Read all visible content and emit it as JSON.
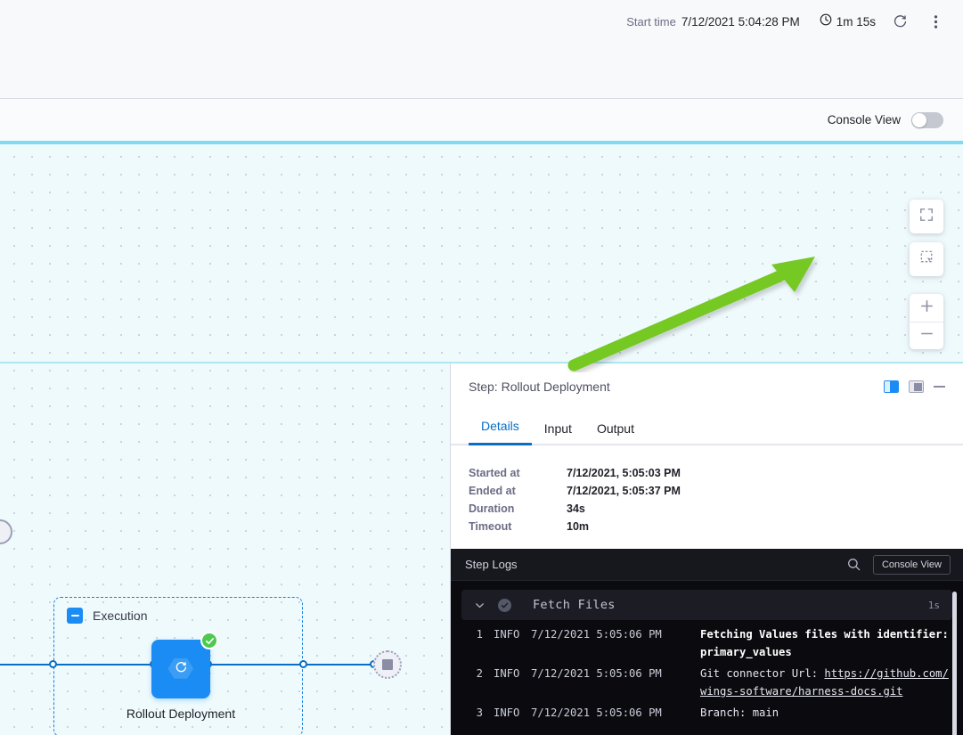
{
  "header": {
    "start_time_label": "Start time",
    "start_time_value": "7/12/2021 5:04:28 PM",
    "duration": "1m 15s",
    "refresh_icon": "refresh-icon",
    "more_icon": "more-vertical-icon"
  },
  "console_bar": {
    "label": "Console View",
    "toggle_state": "off"
  },
  "canvas": {
    "controls": [
      {
        "name": "fit-to-screen-button",
        "icon": "expand-icon"
      },
      {
        "name": "select-area-button",
        "icon": "marquee-select-icon"
      },
      {
        "name": "zoom-in-button",
        "icon": "plus-icon"
      },
      {
        "name": "zoom-out-button",
        "icon": "minus-icon"
      }
    ],
    "graph": {
      "group_label": "Execution",
      "group_collapse_icon": "minus-square-icon",
      "step_label": "Rollout Deployment",
      "step_icon": "rollout-deployment-icon",
      "step_status": "success",
      "end_node_icon": "stop-square-icon"
    },
    "annotation": {
      "type": "green-arrow",
      "color": "#76c821",
      "points_to": "Console View"
    }
  },
  "detail_panel": {
    "title": "Step: Rollout Deployment",
    "layout_icons": [
      {
        "name": "split-view-icon",
        "state": "active"
      },
      {
        "name": "panel-view-icon",
        "state": "inactive"
      }
    ],
    "minimize_icon": "minimize-icon",
    "tabs": [
      {
        "label": "Details",
        "active": true
      },
      {
        "label": "Input",
        "active": false
      },
      {
        "label": "Output",
        "active": false
      }
    ],
    "details": [
      {
        "key": "Started at",
        "value": "7/12/2021, 5:05:03 PM"
      },
      {
        "key": "Ended at",
        "value": "7/12/2021, 5:05:37 PM"
      },
      {
        "key": "Duration",
        "value": "34s"
      },
      {
        "key": "Timeout",
        "value": "10m"
      }
    ]
  },
  "logs": {
    "title": "Step Logs",
    "search_icon": "search-icon",
    "console_view_button": "Console View",
    "section": {
      "name": "Fetch Files",
      "duration": "1s",
      "status": "success",
      "chevron": "chevron-down-icon"
    },
    "rows": [
      {
        "num": "1",
        "level": "INFO",
        "time": "7/12/2021 5:05:06 PM",
        "message": "Fetching Values files with identifier: primary_values",
        "bold": true
      },
      {
        "num": "2",
        "level": "INFO",
        "time": "7/12/2021 5:05:06 PM",
        "message_prefix": "Git connector Url: ",
        "message_link": "https://github.com/wings-software/harness-docs.git",
        "bold": false
      },
      {
        "num": "3",
        "level": "INFO",
        "time": "7/12/2021 5:05:06 PM",
        "message": "Branch: main",
        "bold": false
      }
    ]
  },
  "colors": {
    "accent_blue": "#0a6ec4",
    "node_blue": "#1b8cf3",
    "success_green": "#4dc952",
    "canvas_cyan": "#7fdbf3",
    "annotation_green": "#76c821"
  }
}
